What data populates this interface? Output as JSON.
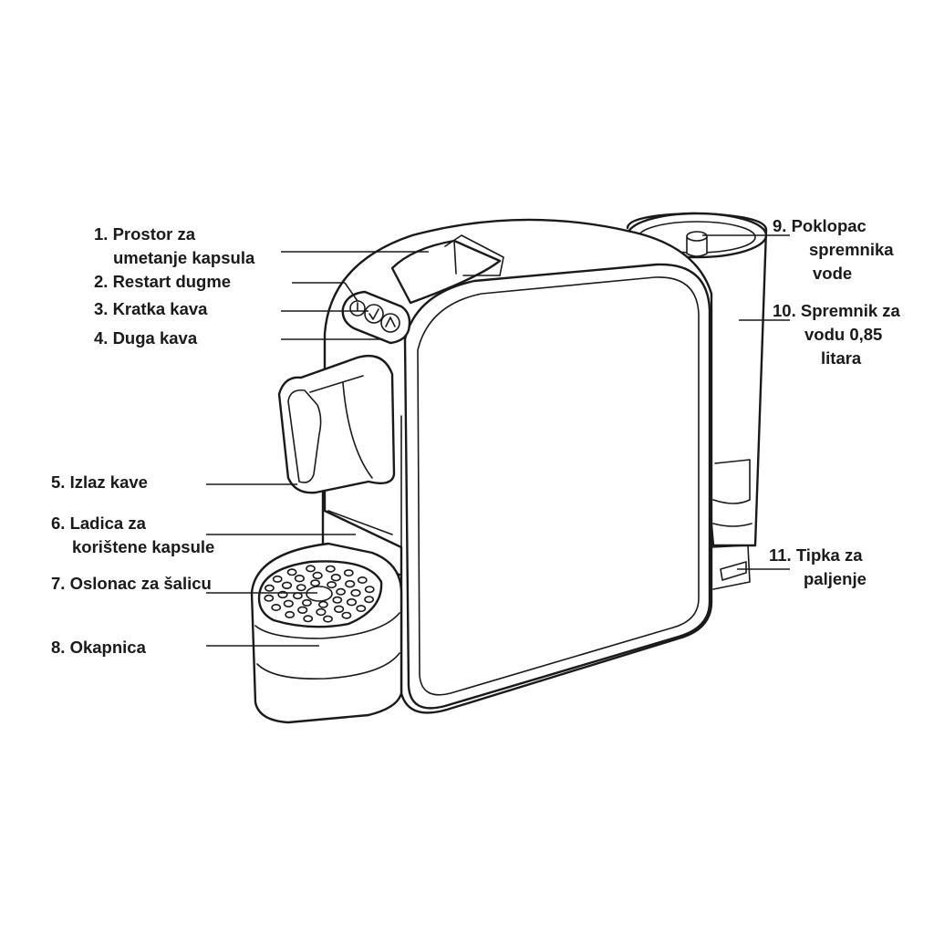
{
  "labels": [
    {
      "id": "1",
      "lines": [
        "1. Prostor za",
        "umetanje kapsula"
      ]
    },
    {
      "id": "2",
      "lines": [
        "2. Restart dugme"
      ]
    },
    {
      "id": "3",
      "lines": [
        "3. Kratka kava"
      ]
    },
    {
      "id": "4",
      "lines": [
        "4. Duga kava"
      ]
    },
    {
      "id": "5",
      "lines": [
        "5. Izlaz kave"
      ]
    },
    {
      "id": "6",
      "lines": [
        "6. Ladica za",
        "korištene kapsule"
      ]
    },
    {
      "id": "7",
      "lines": [
        "7. Oslonac za šalicu"
      ]
    },
    {
      "id": "8",
      "lines": [
        "8. Okapnica"
      ]
    },
    {
      "id": "9",
      "lines": [
        "9.   Poklopac",
        "spremnika",
        "vode"
      ]
    },
    {
      "id": "10",
      "lines": [
        "10. Spremnik za",
        "vodu 0,85",
        "litara"
      ]
    },
    {
      "id": "11",
      "lines": [
        "11. Tipka za",
        "paljenje"
      ]
    }
  ],
  "icons": [
    "power-icon",
    "restart-icon",
    "short-coffee-icon",
    "long-coffee-icon"
  ]
}
